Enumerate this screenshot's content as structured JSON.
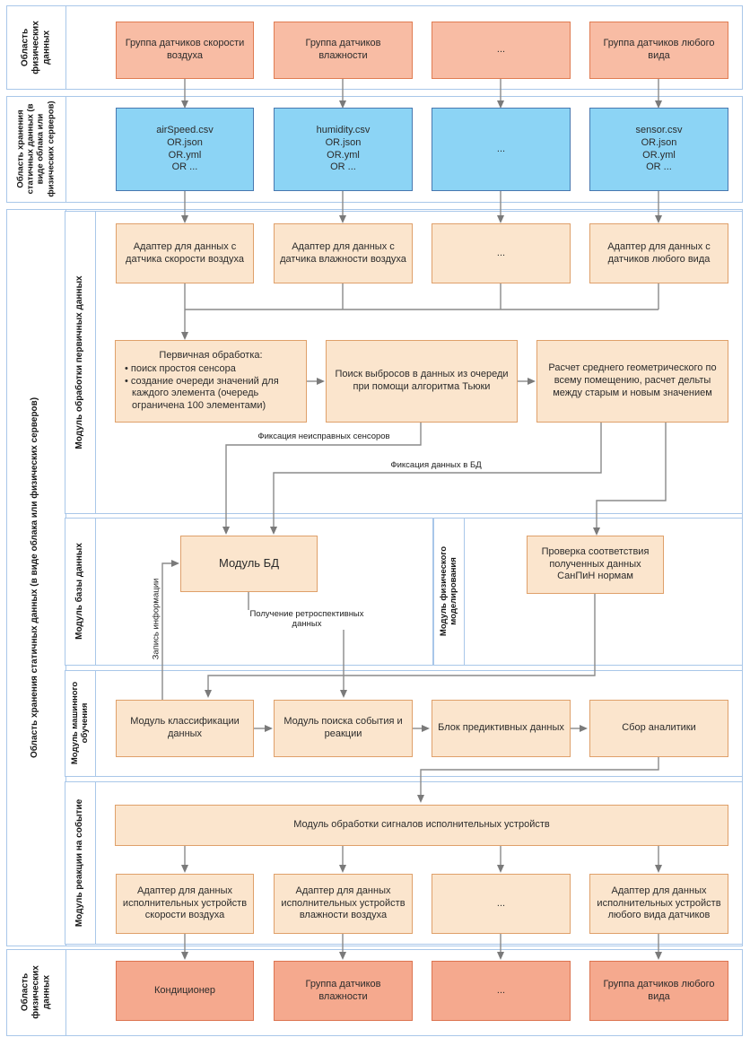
{
  "sections": {
    "physical_top": {
      "label": "Область физических данных"
    },
    "static_storage_top": {
      "label": "Область хранения статичных данных (в виде облака или физических серверов)"
    },
    "static_storage_main": {
      "label": "Область хранения статичных данных (в виде облака или физических серверов)"
    },
    "physical_bottom": {
      "label": "Область физических данных"
    }
  },
  "modules": {
    "primary_processing": {
      "label": "Модуль обработки первичных данных"
    },
    "database": {
      "label": "Модуль базы данных"
    },
    "physical_modeling": {
      "label": "Модуль физического моделирования"
    },
    "machine_learning": {
      "label": "Модуль машинного обучения"
    },
    "event_reaction": {
      "label": "Модуль реакции на событие"
    }
  },
  "boxes": {
    "sensor_air": "Группа датчиков скорости воздуха",
    "sensor_humidity": "Группа датчиков влажности",
    "sensor_dots": "...",
    "sensor_any": "Группа датчиков любого вида",
    "file_air": "airSpeed.csv\nOR.json\nOR.yml\nOR ...",
    "file_humidity": "humidity.csv\nOR.json\nOR.yml\nOR ...",
    "file_dots": "...",
    "file_any": "sensor.csv\nOR.json\nOR.yml\nOR ...",
    "adapter_air": "Адаптер для данных с датчика скорости воздуха",
    "adapter_humidity": "Адаптер для данных с датчика влажности воздуха",
    "adapter_dots": "...",
    "adapter_any": "Адаптер для данных с датчиков любого вида",
    "primary": {
      "title": "Первичная обработка:",
      "bullets": [
        "• поиск простоя сенсора",
        "• создание очереди значений для каждого элемента (очередь ограничена 100 элементами)"
      ]
    },
    "tukey": "Поиск выбросов в данных из очереди при помощи алгоритма Тьюки",
    "geomean": "Расчет среднего геометрического по всему помещению, расчет дельты между старым и новым значением",
    "db": "Модуль БД",
    "sanpin": "Проверка соответствия полученных данных СанПиН нормам",
    "classify": "Модуль классификации данных",
    "event_search": "Модуль поиска события и реакции",
    "predictive": "Блок предиктивных данных",
    "analytics": "Сбор аналитики",
    "signal_processing": "Модуль обработки сигналов исполнительных устройств",
    "exec_air": "Адаптер для данных исполнительных устройств скорости воздуха",
    "exec_humidity": "Адаптер для данных исполнительных устройств влажности воздуха",
    "exec_dots": "...",
    "exec_any": "Адаптер для данных исполнительных устройств любого вида датчиков",
    "conditioner": "Кондиционер",
    "out_humidity": "Группа датчиков влажности",
    "out_dots": "...",
    "out_any": "Группа датчиков любого вида"
  },
  "edge_labels": {
    "faulty": "Фиксация неисправных сенсоров",
    "to_db": "Фиксация данных в БД",
    "write": "Запись информации",
    "retro": "Получение ретроспективных данных"
  },
  "colors": {
    "sensor_fill": "#F8BCA4",
    "sensor_border": "#E07C52",
    "device_fill": "#F5A98E",
    "device_border": "#DC7450",
    "file_fill": "#8CD4F5",
    "file_border": "#4878B0",
    "module_fill": "#FBE5CD",
    "module_border": "#DFA06A",
    "section_border": "#A9C7E9",
    "wire": "#8A8A8A",
    "text": "#2B2B2B"
  }
}
